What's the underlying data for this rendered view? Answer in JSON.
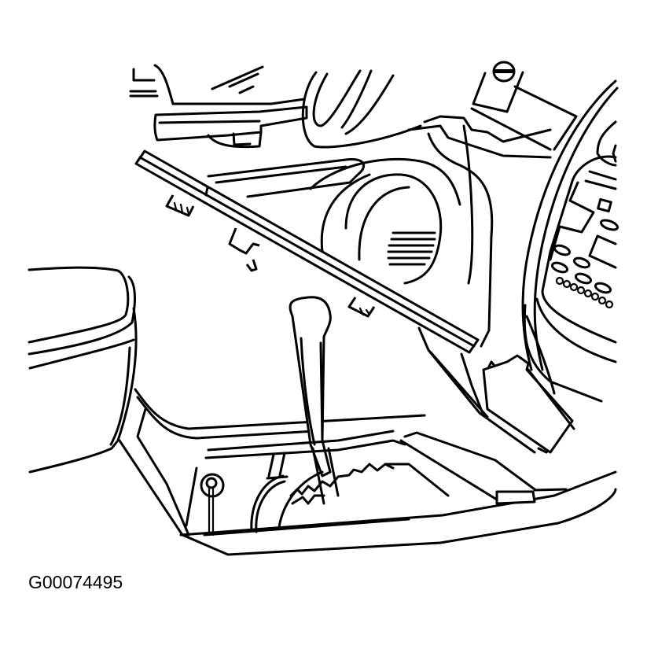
{
  "figure": {
    "type": "technical line drawing",
    "subject": "vehicle center console with floor shift lever, console trim panel removed, instrument panel and radio",
    "figure_id": "G00074495",
    "stroke_color": "#000000",
    "background_color": "#ffffff"
  },
  "parts": [
    {
      "name": "steering-column-shroud"
    },
    {
      "name": "instrument-panel-lower-trim"
    },
    {
      "name": "console-trim-panel"
    },
    {
      "name": "shift-lever-knob"
    },
    {
      "name": "shift-indicator-gate"
    },
    {
      "name": "armrest"
    },
    {
      "name": "radio-control-panel"
    },
    {
      "name": "floor-console-base"
    }
  ]
}
